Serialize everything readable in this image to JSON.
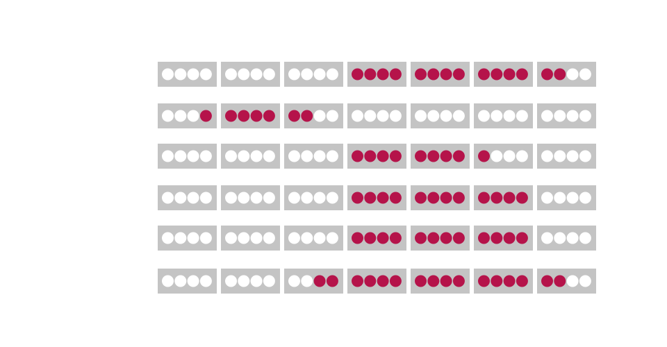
{
  "chart_data": {
    "type": "dot-matrix",
    "title": "",
    "xlabel": "",
    "ylabel": "",
    "columns": 7,
    "rows": 6,
    "dots_per_cell": 4,
    "cells": [
      [
        0,
        0,
        0,
        4,
        4,
        4,
        2
      ],
      [
        1,
        4,
        2,
        0,
        0,
        0,
        0
      ],
      [
        0,
        0,
        0,
        4,
        4,
        1,
        0
      ],
      [
        0,
        0,
        0,
        4,
        4,
        4,
        0
      ],
      [
        0,
        0,
        0,
        4,
        4,
        4,
        0
      ],
      [
        0,
        0,
        2,
        4,
        4,
        4,
        2
      ]
    ],
    "fill_from": [
      [
        "left",
        "left",
        "left",
        "left",
        "left",
        "left",
        "left"
      ],
      [
        "right",
        "left",
        "left",
        "left",
        "left",
        "left",
        "left"
      ],
      [
        "left",
        "left",
        "left",
        "left",
        "left",
        "left",
        "left"
      ],
      [
        "left",
        "left",
        "left",
        "left",
        "left",
        "left",
        "left"
      ],
      [
        "left",
        "left",
        "left",
        "left",
        "left",
        "left",
        "left"
      ],
      [
        "left",
        "left",
        "right",
        "left",
        "left",
        "left",
        "left"
      ]
    ],
    "colors": {
      "cell_background": "#c4c4c4",
      "dot_filled": "#b5134a",
      "dot_empty": "#ffffff"
    }
  }
}
